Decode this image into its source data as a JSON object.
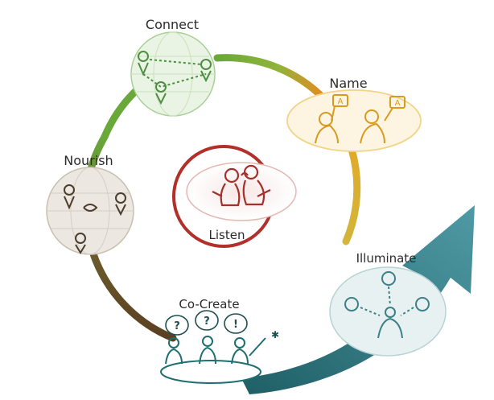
{
  "stages": {
    "connect": "Connect",
    "name": "Name",
    "listen": "Listen",
    "nourish": "Nourish",
    "cocreate": "Co-Create",
    "illuminate": "Illuminate"
  },
  "bubbles": {
    "q1": "?",
    "q2": "?",
    "ex": "!"
  },
  "colors": {
    "ring_green": "#6aa83a",
    "ring_orange": "#e98a1f",
    "ring_yellow": "#d9b23a",
    "ring_red": "#b22f2a",
    "ring_brown": "#6b4a28",
    "arrow_teal": "#3e8a96",
    "connect": "#5d9b4b",
    "name": "#e0a826",
    "listen": "#a3302b",
    "nourish": "#7a6a52",
    "cocreate": "#1f6e70",
    "illuminate": "#3d7f86"
  }
}
